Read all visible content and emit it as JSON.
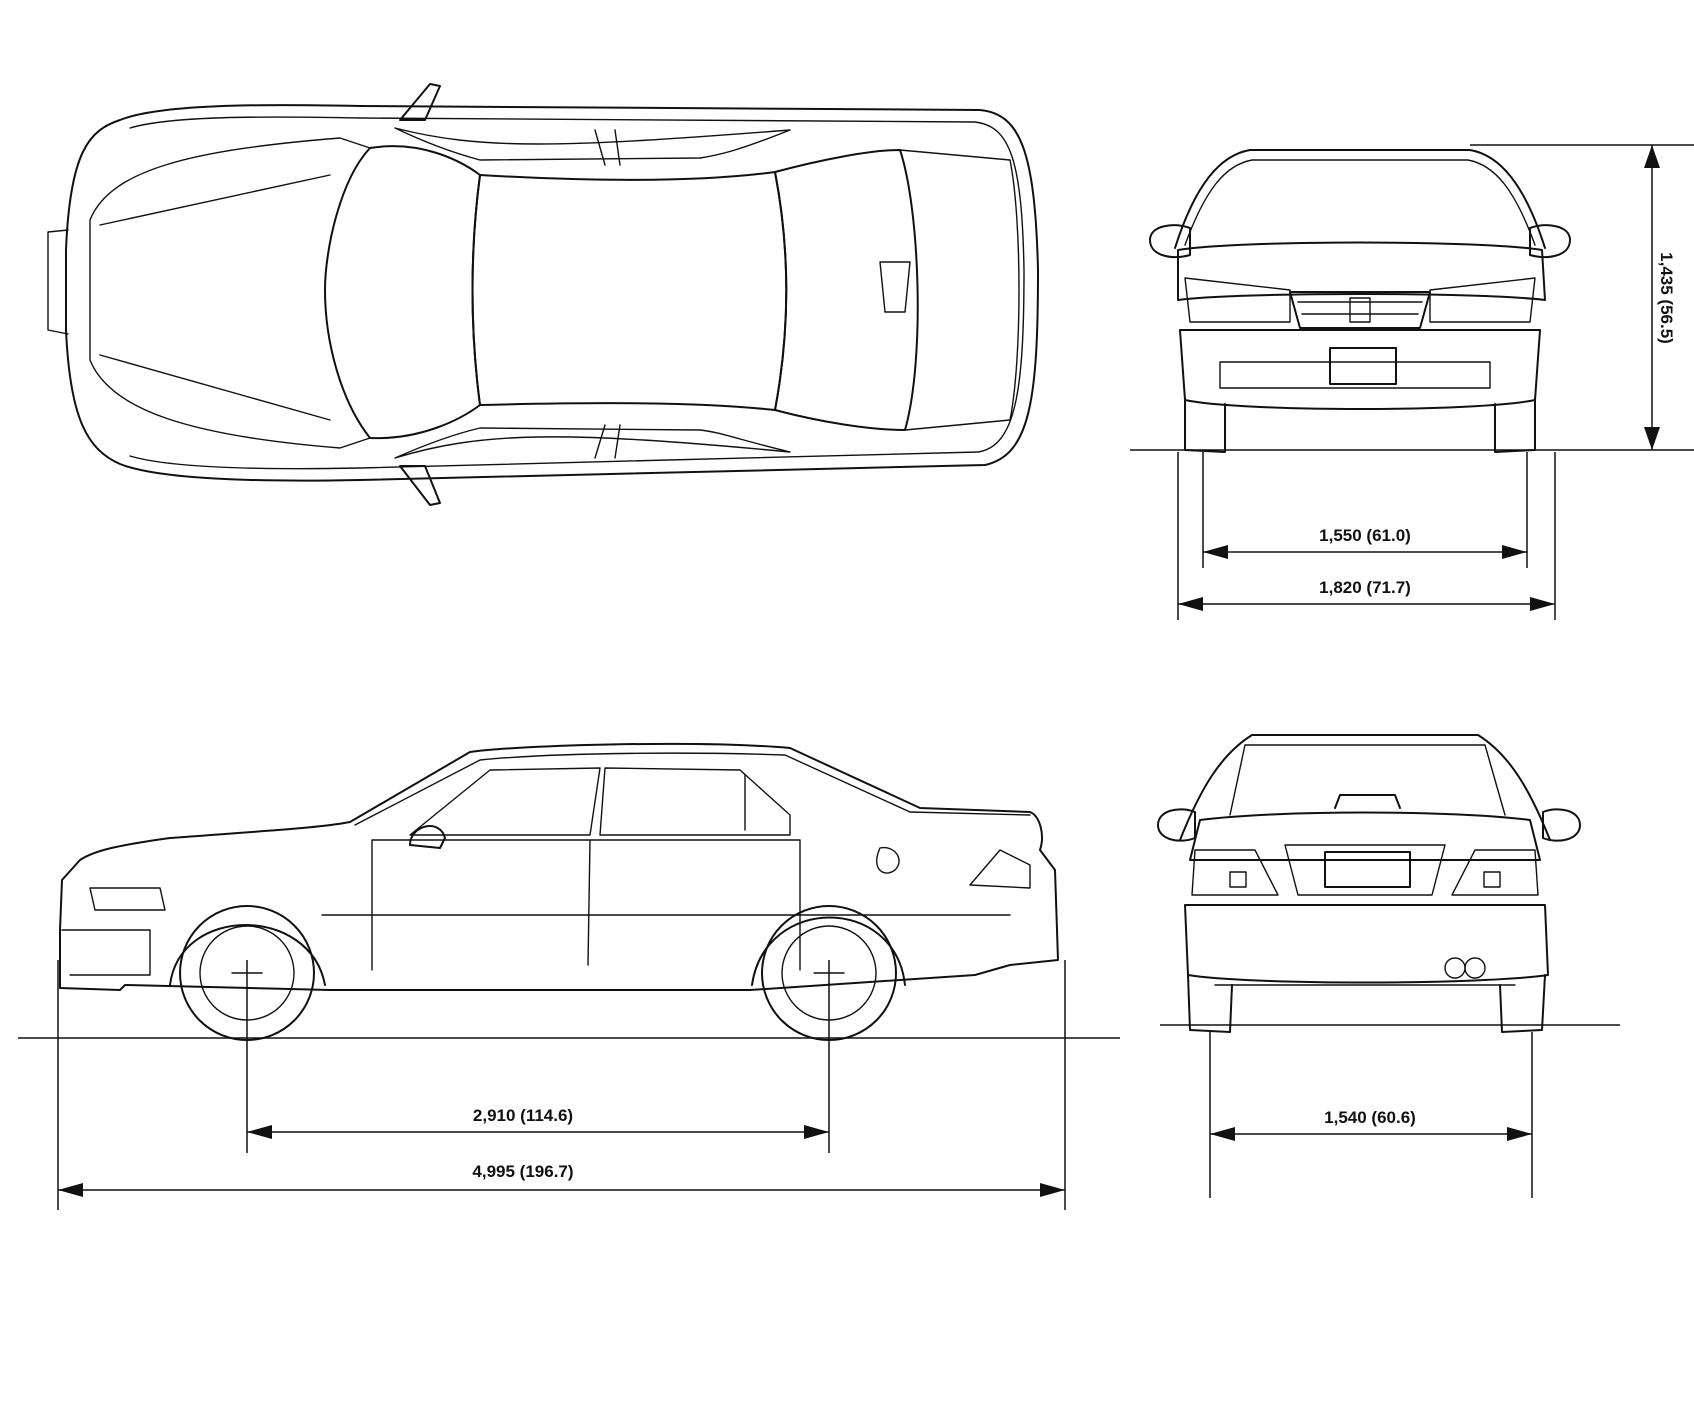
{
  "dimensions": {
    "height": "1,435 (56.5)",
    "front_track": "1,550 (61.0)",
    "overall_width": "1,820 (71.7)",
    "wheelbase": "2,910 (114.6)",
    "overall_length": "4,995 (196.7)",
    "rear_track": "1,540 (60.6)"
  }
}
